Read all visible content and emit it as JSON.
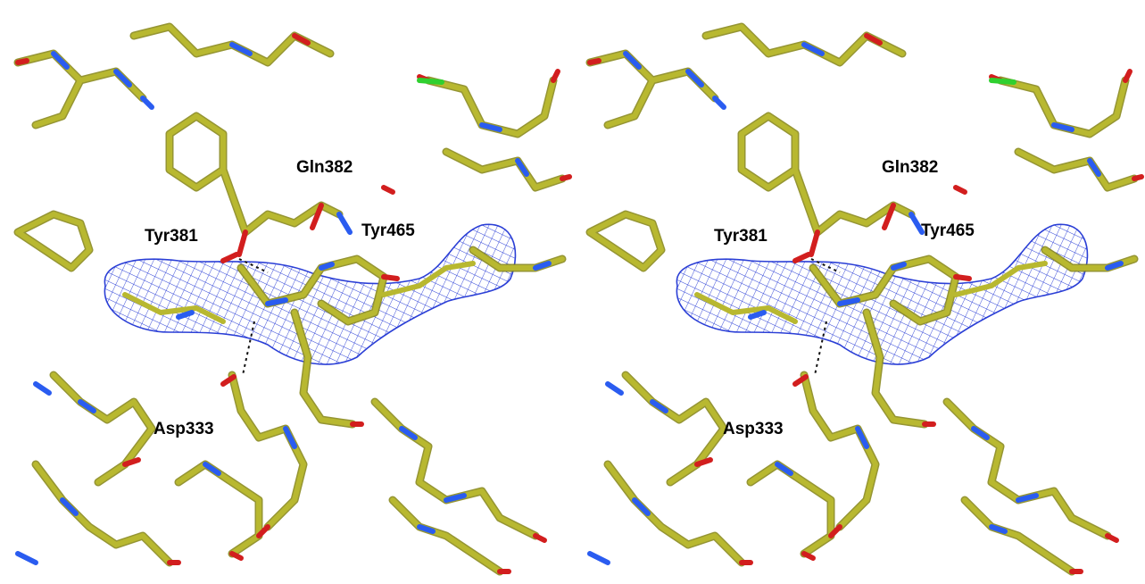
{
  "labels": {
    "gln": "Gln382",
    "tyr381": "Tyr381",
    "tyr465": "Tyr465",
    "asp": "Asp333"
  },
  "colors": {
    "carbon": "#b8b830",
    "carbon_dark": "#8a8a1e",
    "nitrogen": "#2a5cf0",
    "oxygen": "#d21e1e",
    "chlorine": "#30d030",
    "density_mesh": "#2b3fd6",
    "hbond": "#111111",
    "background": "#ffffff"
  }
}
